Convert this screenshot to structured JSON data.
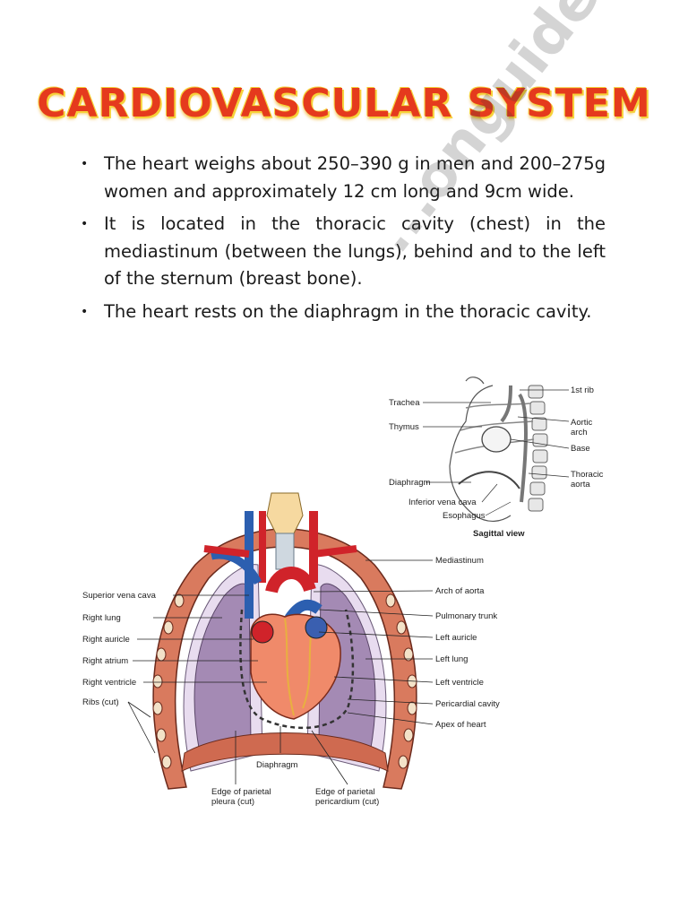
{
  "title": "CARDIOVASCULAR SYSTEM",
  "bullets": [
    "The heart weighs about 250–390 g in men and 200–275g women and approximately 12 cm long and 9cm wide.",
    "It is located in the thoracic cavity (chest) in the mediastinum (between the lungs), behind and to the left of the sternum (breast bone).",
    "The heart rests on the diaphragm in the thoracic cavity."
  ],
  "bullet_marker": "•",
  "watermark": "...onguide",
  "sagittal": {
    "caption": "Sagittal view",
    "labels_left": [
      "Trachea",
      "Thymus",
      "Diaphragm",
      "Inferior vena cava",
      "Esophagus"
    ],
    "labels_right": [
      "1st rib",
      "Aortic",
      "arch",
      "Base",
      "Thoracic",
      "aorta"
    ]
  },
  "frontal": {
    "labels_left": [
      "Superior vena cava",
      "Right lung",
      "Right auricle",
      "Right atrium",
      "Right ventricle",
      "Ribs (cut)"
    ],
    "labels_right": [
      "Mediastinum",
      "Arch of aorta",
      "Pulmonary trunk",
      "Left auricle",
      "Left lung",
      "Left ventricle",
      "Pericardial cavity",
      "Apex of heart"
    ],
    "labels_bottom": [
      "Diaphragm",
      "Edge of parietal",
      "pleura (cut)",
      "Edge of parietal",
      "pericardium (cut)"
    ]
  },
  "colors": {
    "title": "#e53a1d",
    "title_glow": "#f6d23a",
    "lung": "#a48ab4",
    "pleura": "#e8dcef",
    "rib_band": "#d97a5e",
    "heart": "#f08a6a",
    "artery": "#d0232a",
    "vein": "#2c5fb0"
  }
}
